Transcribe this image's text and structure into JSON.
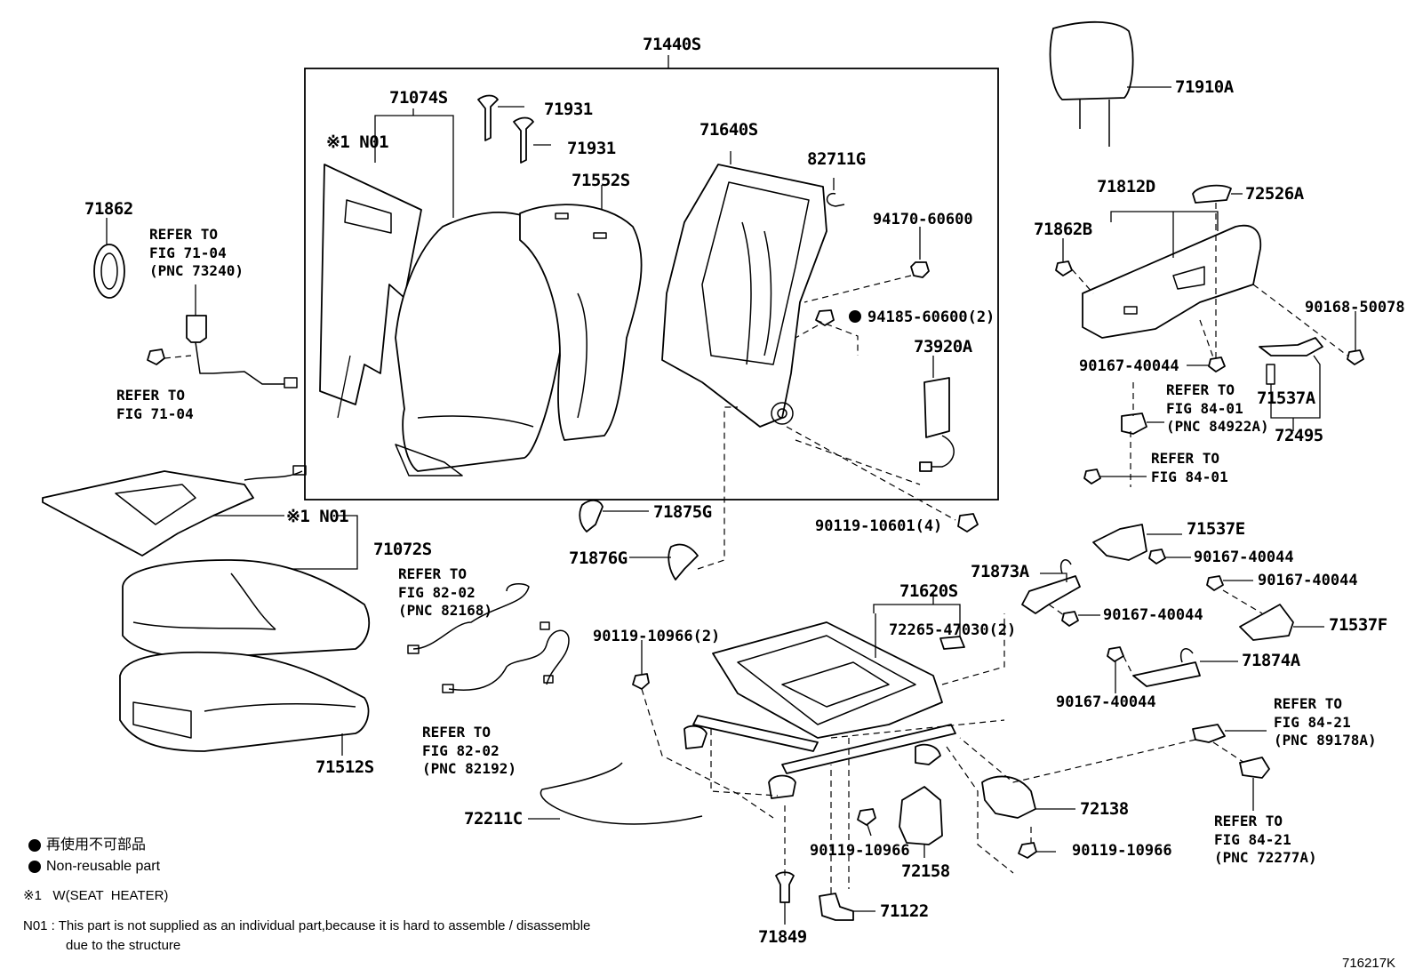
{
  "labels": {
    "p71440S": "71440S",
    "p71074S": "71074S",
    "n01_top": "※1 N01",
    "p71931a": "71931",
    "p71931b": "71931",
    "p71552S": "71552S",
    "p71640S": "71640S",
    "p82711G": "82711G",
    "p94170": "94170-60600",
    "p94185": "94185-60600(2)",
    "p73920A": "73920A",
    "p71862": "71862",
    "p71910A": "71910A",
    "p71812D": "71812D",
    "p72526A": "72526A",
    "p71862B": "71862B",
    "p90168": "90168-50078",
    "p90167a": "90167-40044",
    "p71537A": "71537A",
    "p72495": "72495",
    "p90119_4": "90119-10601(4)",
    "p71875G": "71875G",
    "p71876G": "71876G",
    "n01_mid": "※1 N01",
    "p71072S": "71072S",
    "p71537E": "71537E",
    "p90167b": "90167-40044",
    "p90167c": "90167-40044",
    "p71873A": "71873A",
    "p71620S": "71620S",
    "p90167d": "90167-40044",
    "p71537F": "71537F",
    "p72265": "72265-47030(2)",
    "p90119_2": "90119-10966(2)",
    "p71874A": "71874A",
    "p90167e": "90167-40044",
    "p71512S": "71512S",
    "p72138": "72138",
    "p72211C": "72211C",
    "p90119a": "90119-10966",
    "p90119b": "90119-10966",
    "p72158": "72158",
    "p71122": "71122",
    "p71849": "71849",
    "diagram_code": "716217K"
  },
  "refs": {
    "r1": "REFER TO\nFIG 71-04\n(PNC 73240)",
    "r2": "REFER TO\nFIG 71-04",
    "r3": "REFER TO\nFIG 84-01\n(PNC 84922A)",
    "r4": "REFER TO\nFIG 84-01",
    "r5": "REFER TO\nFIG 82-02\n(PNC 82168)",
    "r6": "REFER TO\nFIG 82-02\n(PNC 82192)",
    "r7": "REFER TO\nFIG 84-21\n(PNC 89178A)",
    "r8": "REFER TO\nFIG 84-21\n(PNC 72277A)"
  },
  "legend": {
    "nonreusable_jp": "再使用不可部品",
    "nonreusable_en": "Non-reusable part",
    "note1": "※1   W(SEAT  HEATER)",
    "n01_note": "N01 : This part is not supplied as an individual part,because it is hard to assemble / disassemble",
    "n01_note2": "due to the structure"
  }
}
